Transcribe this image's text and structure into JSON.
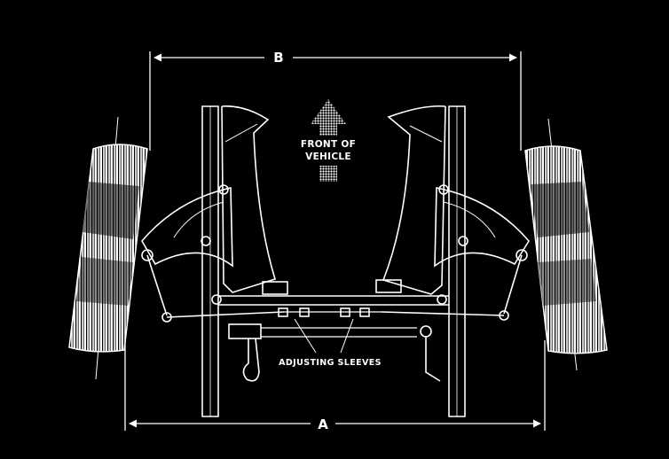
{
  "diagram": {
    "dimension_top": "B",
    "dimension_bottom": "A",
    "front_label_line1": "FRONT OF",
    "front_label_line2": "VEHICLE",
    "adjusting_label": "ADJUSTING SLEEVES"
  },
  "colors": {
    "background": "#000000",
    "linework": "#ffffff"
  }
}
